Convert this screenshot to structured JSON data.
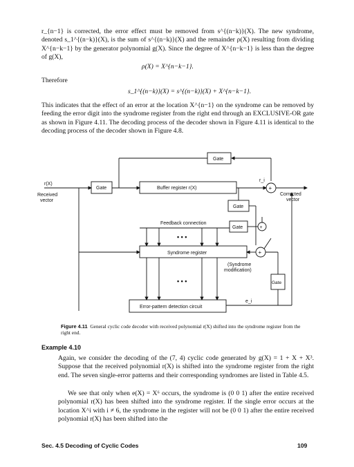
{
  "page": {
    "para1": "r_{n−1} is corrected, the error effect must be removed from s^{(n−k)}(X). The new syndrome, denoted s_1^{(n−k)}(X), is the sum of s^{(n−k)}(X) and the remainder ρ(X) resulting from dividing X^{n−k−1} by the generator polynomial g(X). Since the degree of X^{n−k−1} is less than the degree of g(X),",
    "eq1": "ρ(X) = X^{n−k−1}.",
    "therefore": "Therefore",
    "eq2": "s_1^{(n−k)}(X) = s^{(n−k)}(X) + X^{n−k−1}.",
    "para2": "This indicates that the effect of an error at the location X^{n−1} on the syndrome can be removed by feeding the error digit into the syndrome register from the right end through an EXCLUSIVE-OR gate as shown in Figure 4.11. The decoding process of the decoder shown in Figure 4.11 is identical to the decoding process of the decoder shown in Figure 4.8.",
    "caption_label": "Figure 4.11",
    "caption_text": "General cyclic code decoder with received polynomial r(X) shifted into the syndrome register from the right end.",
    "example_heading": "Example 4.10",
    "example_p1": "Again, we consider the decoding of the (7, 4) cyclic code generated by g(X) = 1 + X + X³. Suppose that the received polynomial r(X) is shifted into the syndrome register from the right end. The seven single-error patterns and their corresponding syndromes are listed in Table 4.5.",
    "example_p2": "We see that only when e(X) = X⁶ occurs, the syndrome is (0 0 1) after the entire received polynomial r(X) has been shifted into the syndrome register. If the single error occurs at the location X^i with i ≠ 6, the syndrome in the register will not be (0 0 1) after the entire received polynomial r(X) has been shifted into the",
    "footer_left": "Sec. 4.5   Decoding of Cyclic Codes",
    "footer_right": "109"
  },
  "diagram": {
    "input_label": "r(X)",
    "received_label_1": "Received",
    "received_label_2": "vector",
    "gate_labels": [
      "Gate",
      "Gate",
      "Gate",
      "Gate",
      "Gate"
    ],
    "buffer_label": "Buffer register r(X)",
    "feedback_label": "Feedback connection",
    "syndrome_label": "Syndrome register",
    "modification_label_1": "(Syndrome",
    "modification_label_2": "modification)",
    "detector_label": "Error-pattern detection circuit",
    "ri_label": "r_i",
    "ei_label": "e_i",
    "corrected_label_1": "Corrected",
    "corrected_label_2": "vector",
    "dots": "• • •",
    "plus": "+"
  }
}
